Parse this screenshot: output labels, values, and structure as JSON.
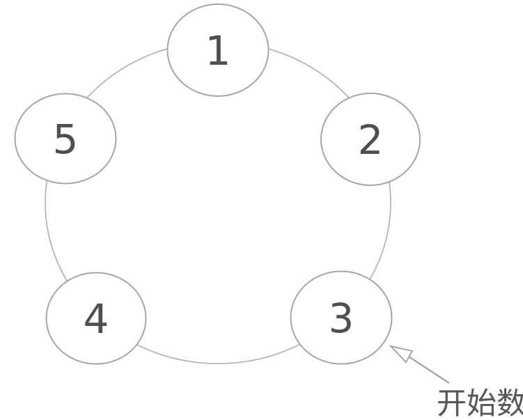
{
  "diagram": {
    "description": "five numbered circles arranged in a ring",
    "nodes": [
      {
        "label": "1"
      },
      {
        "label": "2"
      },
      {
        "label": "3"
      },
      {
        "label": "4"
      },
      {
        "label": "5"
      }
    ],
    "annotation": {
      "label": "开始数",
      "points_to_node": "3"
    },
    "colors": {
      "background": "#ffffff",
      "ring_stroke": "#aeaeae",
      "node_stroke": "#a5a5a5",
      "node_fill": "#ffffff",
      "number_text": "#4f4f4f",
      "arrow": "#a0a0a0",
      "arrowhead_fill": "#fdfdfd",
      "annotation_text": "#565656"
    }
  }
}
